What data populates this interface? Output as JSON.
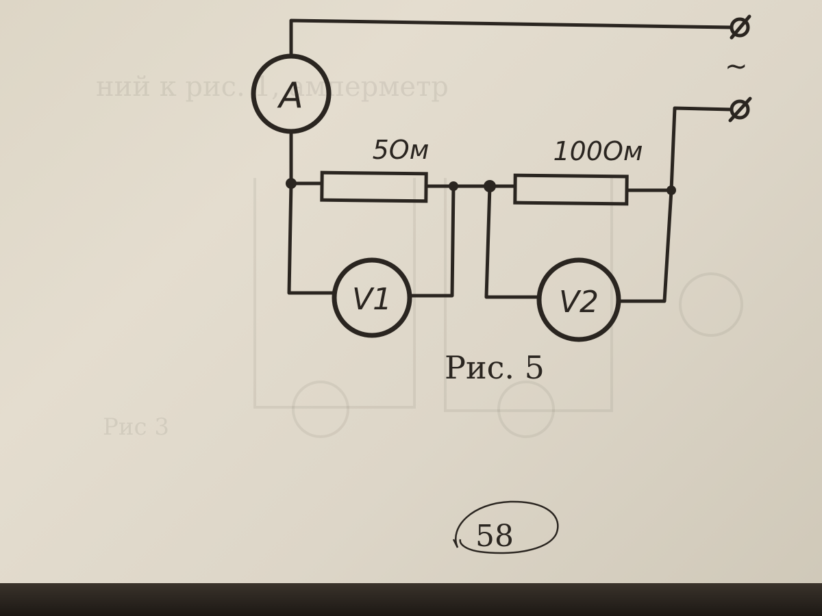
{
  "diagram": {
    "ammeter_label": "A",
    "voltmeter1_label": "V1",
    "voltmeter2_label": "V2",
    "resistor1_label": "5Ом",
    "resistor2_label": "100Ом",
    "ac_symbol": "~"
  },
  "caption": "Рис. 5",
  "page_number": "58"
}
